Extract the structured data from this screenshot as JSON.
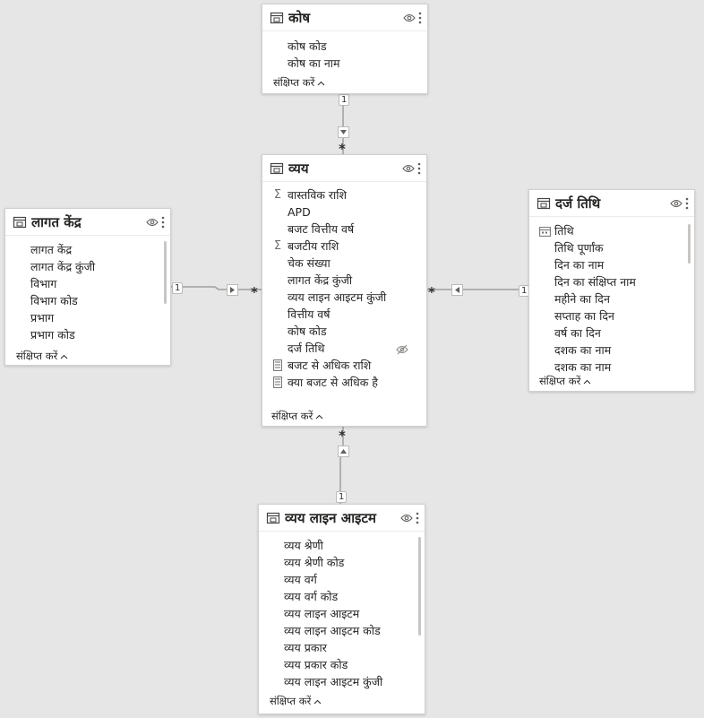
{
  "tables": {
    "kosh": {
      "title": "कोष",
      "fields": [
        "कोष कोड",
        "कोष का नाम"
      ],
      "collapse": "संक्षिप्त करें"
    },
    "vyay": {
      "title": "व्यय",
      "fields": [
        {
          "name": "वास्तविक राशि",
          "icon": "sigma"
        },
        {
          "name": "APD",
          "icon": ""
        },
        {
          "name": "बजट वित्तीय वर्ष",
          "icon": ""
        },
        {
          "name": "बजटीय राशि",
          "icon": "sigma"
        },
        {
          "name": "चेक संख्या",
          "icon": ""
        },
        {
          "name": "लागत केंद्र कुंजी",
          "icon": ""
        },
        {
          "name": "व्यय लाइन आइटम कुंजी",
          "icon": ""
        },
        {
          "name": "वित्तीय वर्ष",
          "icon": ""
        },
        {
          "name": "कोष कोड",
          "icon": ""
        },
        {
          "name": "दर्ज तिथि",
          "icon": "",
          "hidden": true
        },
        {
          "name": "बजट से अधिक राशि",
          "icon": "calc"
        },
        {
          "name": "क्या बजट से अधिक है",
          "icon": "calc"
        }
      ],
      "collapse": "संक्षिप्त करें"
    },
    "lagat": {
      "title": "लागत केंद्र",
      "fields": [
        "लागत केंद्र",
        "लागत केंद्र कुंजी",
        "विभाग",
        "विभाग कोड",
        "प्रभाग",
        "प्रभाग कोड"
      ],
      "collapse": "संक्षिप्त करें"
    },
    "darj": {
      "title": "दर्ज तिथि",
      "fields": [
        {
          "name": "तिथि",
          "icon": "calendar"
        },
        {
          "name": "तिथि पूर्णांक",
          "icon": ""
        },
        {
          "name": "दिन का नाम",
          "icon": ""
        },
        {
          "name": "दिन का संक्षिप्त नाम",
          "icon": ""
        },
        {
          "name": "महीने का दिन",
          "icon": ""
        },
        {
          "name": "सप्ताह का दिन",
          "icon": ""
        },
        {
          "name": "वर्ष का दिन",
          "icon": ""
        },
        {
          "name": "दशक का नाम",
          "icon": ""
        },
        {
          "name": "दशक का नाम",
          "icon": ""
        }
      ],
      "collapse": "संक्षिप्त करें"
    },
    "lineitem": {
      "title": "व्यय लाइन आइटम",
      "fields": [
        "व्यय श्रेणी",
        "व्यय श्रेणी कोड",
        "व्यय वर्ग",
        "व्यय वर्ग कोड",
        "व्यय लाइन आइटम",
        "व्यय लाइन आइटम कोड",
        "व्यय प्रकार",
        "व्यय प्रकार कोड",
        "व्यय लाइन आइटम कुंजी"
      ],
      "collapse": "संक्षिप्त करें"
    }
  },
  "relationships": {
    "one": "1",
    "many": "*"
  },
  "icons": {
    "table": "table-icon",
    "eye": "eye-icon",
    "more": "more-icon",
    "sigma": "Σ",
    "chevron": "chevron-up-icon"
  }
}
